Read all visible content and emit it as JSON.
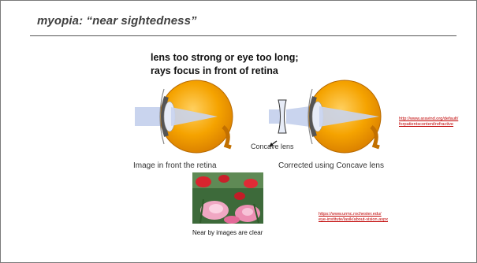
{
  "slide": {
    "title": "myopia: “near sightedness”",
    "heading_line1": "lens too strong or eye too long;",
    "heading_line2": "rays focus in front of retina"
  },
  "figures": {
    "left_caption": "Image in front the retina",
    "right_caption": "Corrected using Concave lens",
    "lens_label": "Concave lens"
  },
  "links": {
    "aravind_line1": "http://www.aravind.org/default/",
    "aravind_line2": "forpatientscontent/refractive",
    "urmc_line1": "https://www.urmc.rochester.edu/",
    "urmc_line2": "eye-institute/lasik/about-vision.aspx"
  },
  "photo": {
    "caption": "Near by images are clear"
  },
  "colors": {
    "eyeball": "#f5a300",
    "link": "#c00000",
    "ray": "#c9d4ee"
  }
}
